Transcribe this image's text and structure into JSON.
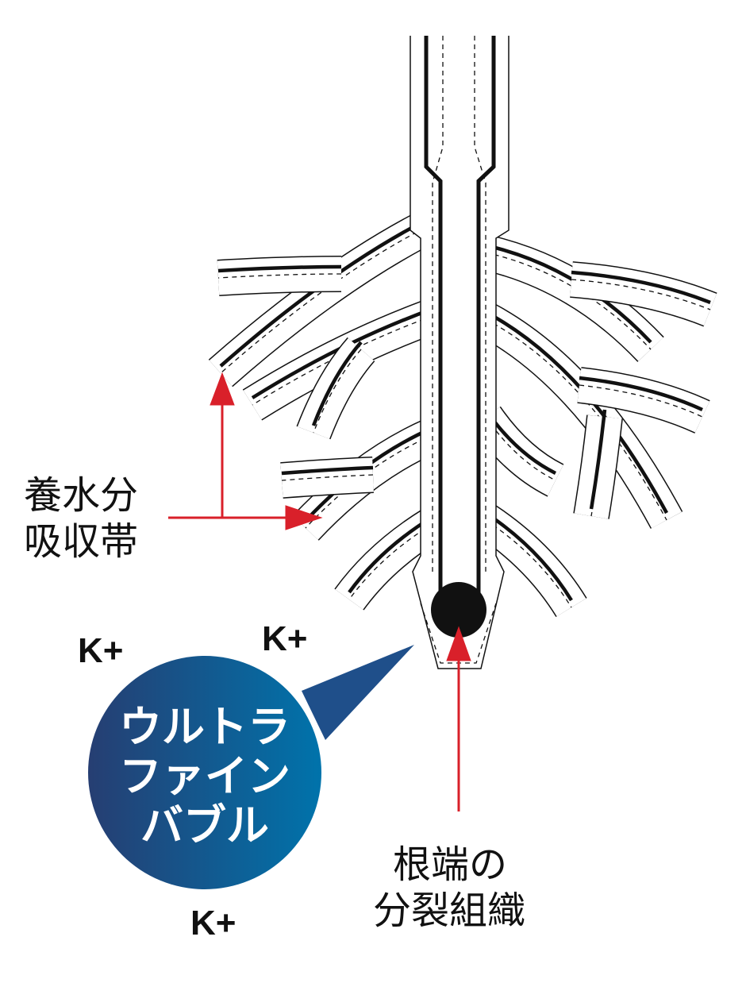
{
  "labels": {
    "absorption_zone": [
      "養水分",
      "吸収帯"
    ],
    "meristem": [
      "根端の",
      "分裂組織"
    ],
    "ion": [
      "K+",
      "K+",
      "K+"
    ]
  },
  "bubble": {
    "lines": [
      "ウルトラ",
      "ファイン",
      "バブル"
    ],
    "colors": {
      "left": "#263e72",
      "right": "#0073ab"
    }
  },
  "colors": {
    "arrow": "#d9202a",
    "line": "#111111"
  }
}
